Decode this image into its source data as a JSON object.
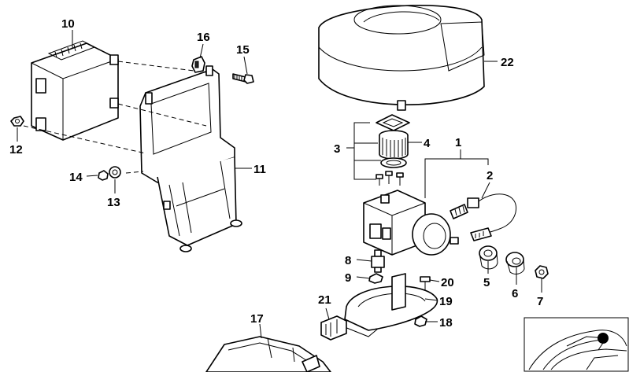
{
  "callouts": {
    "c1": "1",
    "c2": "2",
    "c3": "3",
    "c4": "4",
    "c5": "5",
    "c6": "6",
    "c7": "7",
    "c8": "8",
    "c9": "9",
    "c10": "10",
    "c11": "11",
    "c12": "12",
    "c13": "13",
    "c14": "14",
    "c15": "15",
    "c16": "16",
    "c17": "17",
    "c18": "18",
    "c19": "19",
    "c20": "20",
    "c21": "21",
    "c22": "22"
  },
  "colors": {
    "line": "#000000",
    "background": "#ffffff",
    "marker": "#000000"
  },
  "inset": {
    "icon": "car-silhouette-icon"
  }
}
